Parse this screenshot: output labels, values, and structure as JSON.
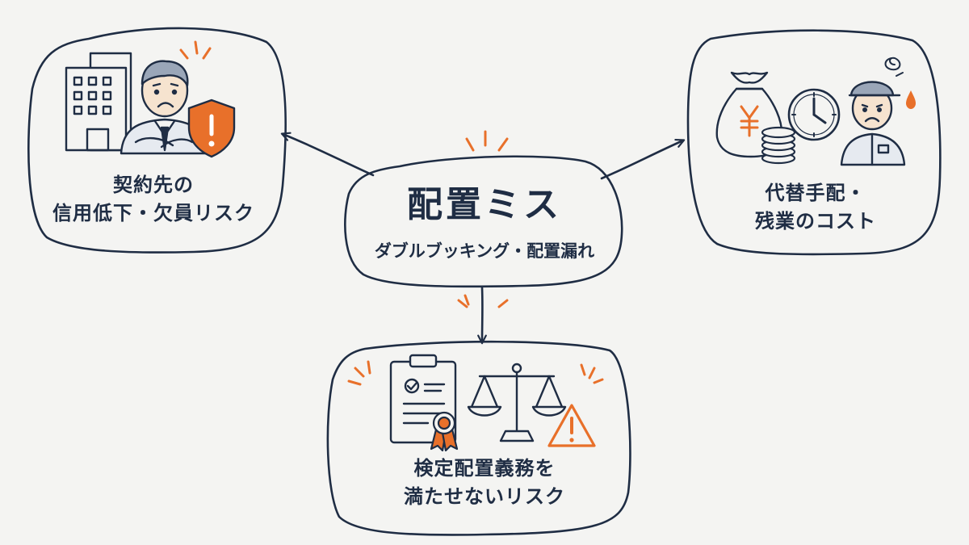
{
  "center": {
    "title": "配置ミス",
    "subtitle": "ダブルブッキング・配置漏れ"
  },
  "left": {
    "line1": "契約先の",
    "line2": "信用低下・欠員リスク"
  },
  "right": {
    "line1": "代替手配・",
    "line2": "残業のコスト"
  },
  "bottom": {
    "line1": "検定配置義務を",
    "line2": "満たせないリスク"
  },
  "icons": {
    "left": [
      "office-building-icon",
      "worried-businessman-icon",
      "warning-shield-icon"
    ],
    "right": [
      "money-bag-yen-icon",
      "coin-stack-icon",
      "clock-icon",
      "tired-worker-icon",
      "sweat-drop-icon"
    ],
    "bottom": [
      "checklist-clipboard-icon",
      "certificate-ribbon-icon",
      "balance-scale-icon",
      "warning-triangle-icon"
    ]
  },
  "colors": {
    "ink": "#1f2d44",
    "accent": "#e8702a",
    "background": "#f4f4f2"
  }
}
